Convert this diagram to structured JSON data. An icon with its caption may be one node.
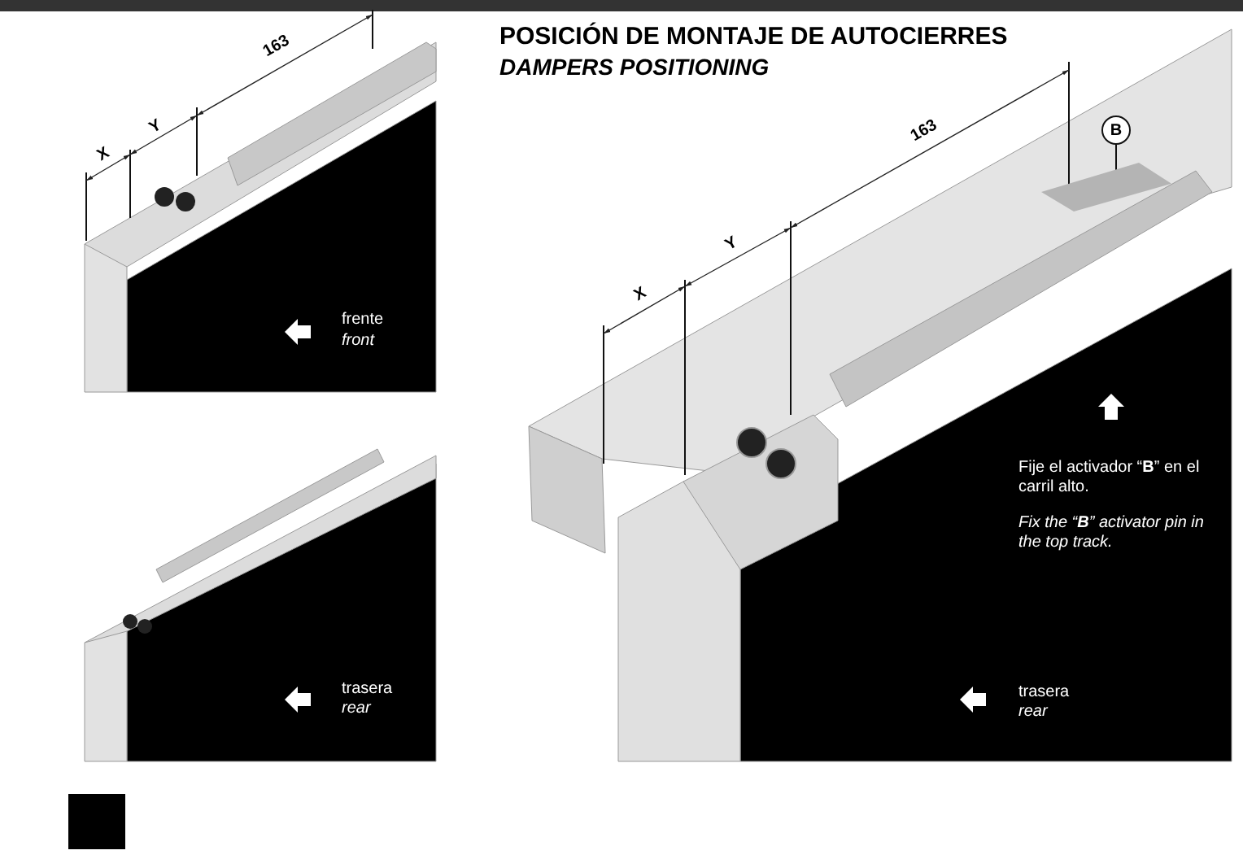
{
  "diagram": {
    "title": "POSICIÓN DE MONTAJE DE AUTOCIERRES",
    "nodes": [
      {
        "text": [
          "B"
        ]
      },
      {
        "text": [],
        "shape": "box"
      }
    ],
    "edges": [
      {
        "from": 0,
        "to": 1,
        "arrow": "none"
      }
    ],
    "labels": [
      "DAMPERS POSITIONING",
      "163",
      "Y",
      "X",
      "frente",
      "front",
      "163",
      "Y",
      "X",
      "Fije el activador “**B**” en el carril alto.",
      "Fix the “**B**” activator pin in the top track.",
      "trasera",
      "rear",
      "trasera",
      "rear"
    ]
  }
}
